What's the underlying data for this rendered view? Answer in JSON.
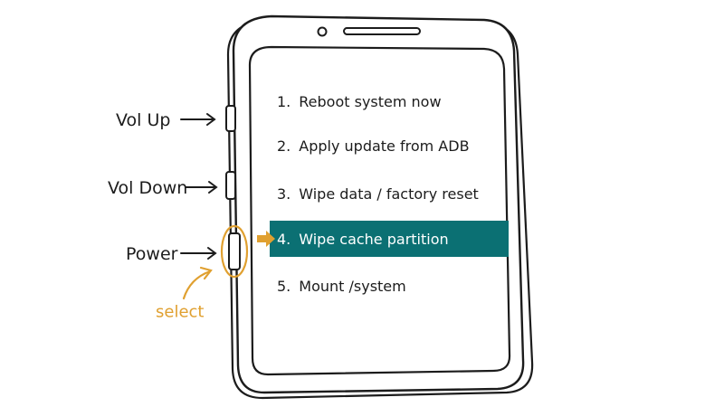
{
  "side_labels": {
    "vol_up": "Vol Up",
    "vol_down": "Vol Down",
    "power": "Power",
    "select_note": "select"
  },
  "menu": {
    "items": [
      {
        "number": "1.",
        "label": "Reboot system now",
        "selected": false
      },
      {
        "number": "2.",
        "label": "Apply update from ADB",
        "selected": false
      },
      {
        "number": "3.",
        "label": "Wipe data / factory reset",
        "selected": false
      },
      {
        "number": "4.",
        "label": "Wipe cache partition",
        "selected": true
      },
      {
        "number": "5.",
        "label": "Mount /system",
        "selected": false
      }
    ]
  },
  "colors": {
    "highlight": "#0b7073",
    "accent": "#e0a030",
    "ink": "#1c1c1c"
  }
}
